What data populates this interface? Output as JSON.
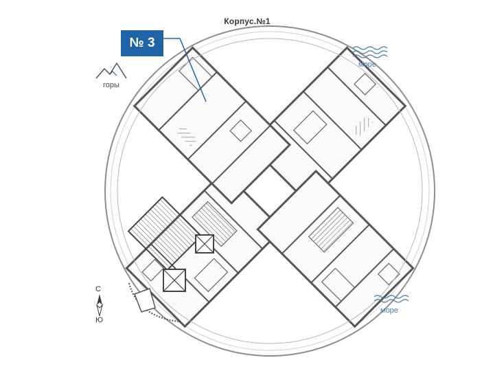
{
  "header": {
    "title": "Корпус.№1"
  },
  "badge": {
    "label": "№ 3",
    "color": "#1f63a8"
  },
  "landmarks": {
    "mountains_label": "горы",
    "sea_top_label": "море",
    "sea_bottom_label": "море"
  },
  "compass": {
    "north": "С",
    "south": "Ю"
  },
  "colors": {
    "wall": "#4a4a4a",
    "line": "#9a9a9a",
    "sea": "#4a7fb0",
    "accent": "#1f63a8"
  },
  "icons": [
    "mountains-icon",
    "waves-icon",
    "compass-icon",
    "stair-icon",
    "elevator-icon",
    "bed-icon",
    "table-icon",
    "sofa-icon"
  ]
}
